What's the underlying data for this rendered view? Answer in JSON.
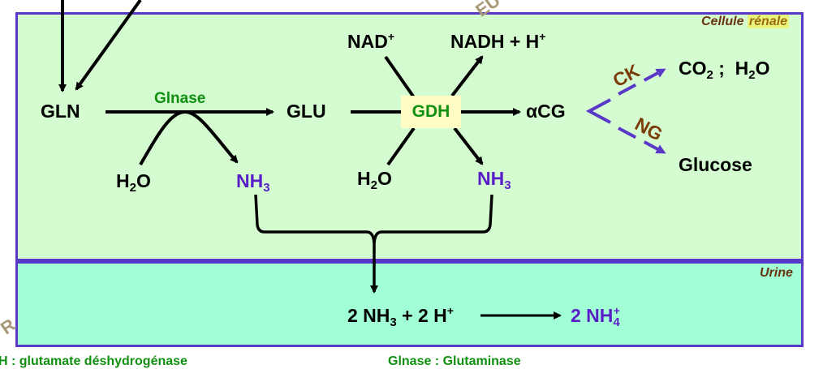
{
  "regions": {
    "cell_label_part1": "Cellule",
    "cell_label_part2": "rénale",
    "urine_label": "Urine"
  },
  "nodes": {
    "gln": "GLN",
    "glu": "GLU",
    "acg": "αCG",
    "glucose": "Glucose",
    "nad": "NAD",
    "nad_sup": "+",
    "nadh": "NADH + H",
    "nadh_sup": "+",
    "h2o_left_h": "H",
    "h2o_left_sub": "2",
    "h2o_left_o": "O",
    "h2o_mid_h": "H",
    "h2o_mid_sub": "2",
    "h2o_mid_o": "O",
    "nh3_left": "NH",
    "nh3_left_sub": "3",
    "nh3_right": "NH",
    "nh3_right_sub": "3",
    "co2_c": "CO",
    "co2_sub": "2",
    "co2_sep": " ;  H",
    "co2_h2o_sub": "2",
    "co2_o": "O"
  },
  "enzymes": {
    "glnase": "Glnase",
    "gdh": "GDH",
    "ck": "CK",
    "ng": "NG"
  },
  "urine_reaction": {
    "lhs_a": "2 NH",
    "lhs_a_sub": "3",
    "lhs_b": " + 2 H",
    "lhs_b_sup": "+",
    "rhs": "2 NH",
    "rhs_sub": "4",
    "rhs_sup": "+"
  },
  "legend": {
    "gdh": "H : glutamate déshydrogénase",
    "glnase": "Glnase : Glutaminase"
  },
  "watermark": {
    "top": "EU",
    "left": "R"
  },
  "colors": {
    "cell_bg": "#d4fcd0",
    "urine_bg": "#a2fed4",
    "border": "#5a38c8",
    "ammonia": "#5a1ec8",
    "enzyme": "#109010",
    "pathway_label": "#7a3c08"
  }
}
